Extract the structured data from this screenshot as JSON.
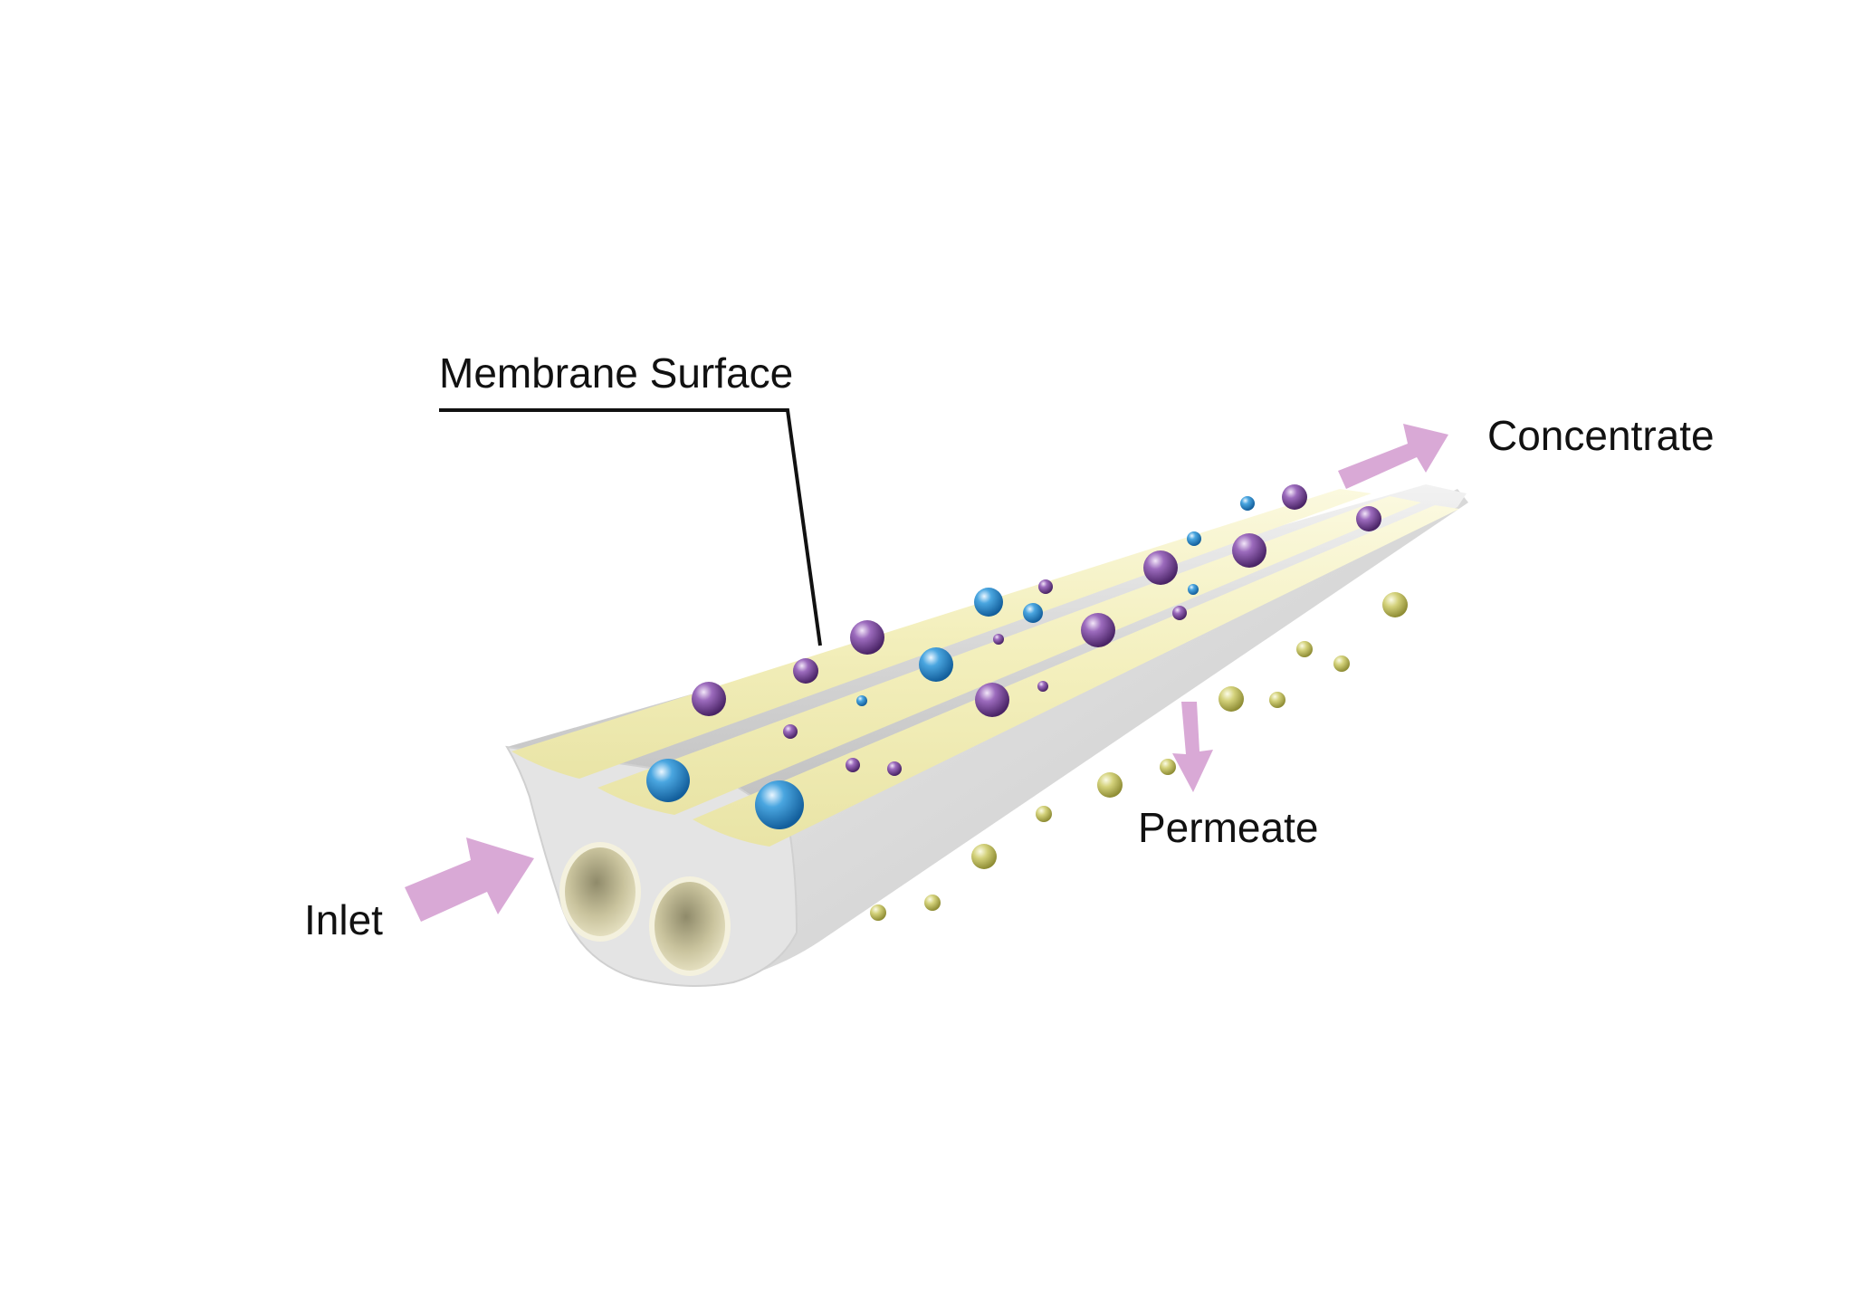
{
  "labels": {
    "membrane_surface": "Membrane Surface",
    "concentrate": "Concentrate",
    "inlet": "Inlet",
    "permeate": "Permeate"
  },
  "colors": {
    "background": "#ffffff",
    "ceramic_body": "#dcdcdc",
    "membrane_coating": "#f5f3c6",
    "flow_arrow": "#d9a9d6",
    "particle_large_solute": "#6b3c8f",
    "particle_blue_solute": "#2a86c8",
    "particle_permeate": "#c7c55a",
    "leader_line": "#111111"
  },
  "icons": {
    "inlet_arrow": "arrow-right-icon",
    "concentrate_arrow": "arrow-right-icon",
    "permeate_arrow": "arrow-down-icon"
  }
}
